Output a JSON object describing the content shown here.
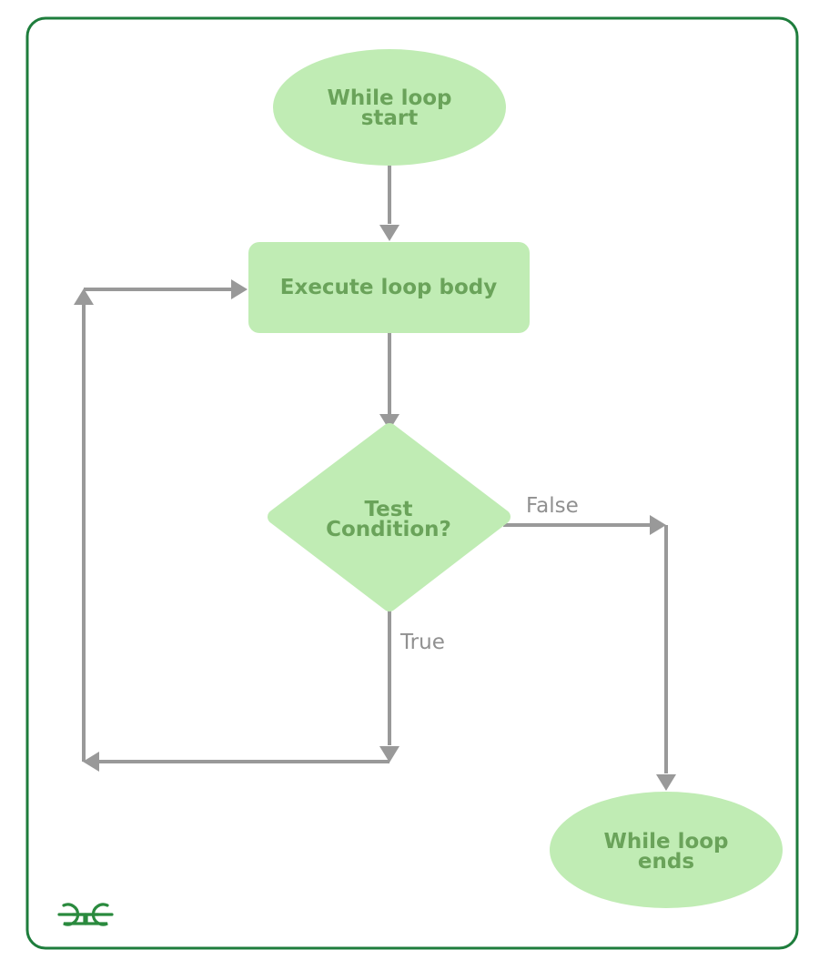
{
  "diagram": {
    "type": "flowchart",
    "nodes": {
      "start": {
        "shape": "ellipse",
        "lines": [
          "While loop",
          "start"
        ]
      },
      "body": {
        "shape": "rounded-rectangle",
        "lines": [
          "Execute loop body"
        ]
      },
      "condition": {
        "shape": "diamond",
        "lines": [
          "Test",
          "Condition?"
        ]
      },
      "end": {
        "shape": "ellipse",
        "lines": [
          "While loop",
          "ends"
        ]
      }
    },
    "edges": {
      "start_to_body": {
        "from": "start",
        "to": "body",
        "label": ""
      },
      "body_to_condition": {
        "from": "body",
        "to": "condition",
        "label": ""
      },
      "condition_false": {
        "from": "condition",
        "to": "end",
        "label": "False"
      },
      "condition_true": {
        "from": "condition",
        "to": "body",
        "label": "True"
      }
    },
    "logo": {
      "text": "GG",
      "name": "geeksforgeeks-logo"
    }
  },
  "colors": {
    "frame_border": "#1e7d3c",
    "node_fill": "#c0ecb4",
    "node_text": "#6aa35a",
    "arrow": "#999999",
    "edge_label": "#909090",
    "logo": "#2a8a3e"
  }
}
